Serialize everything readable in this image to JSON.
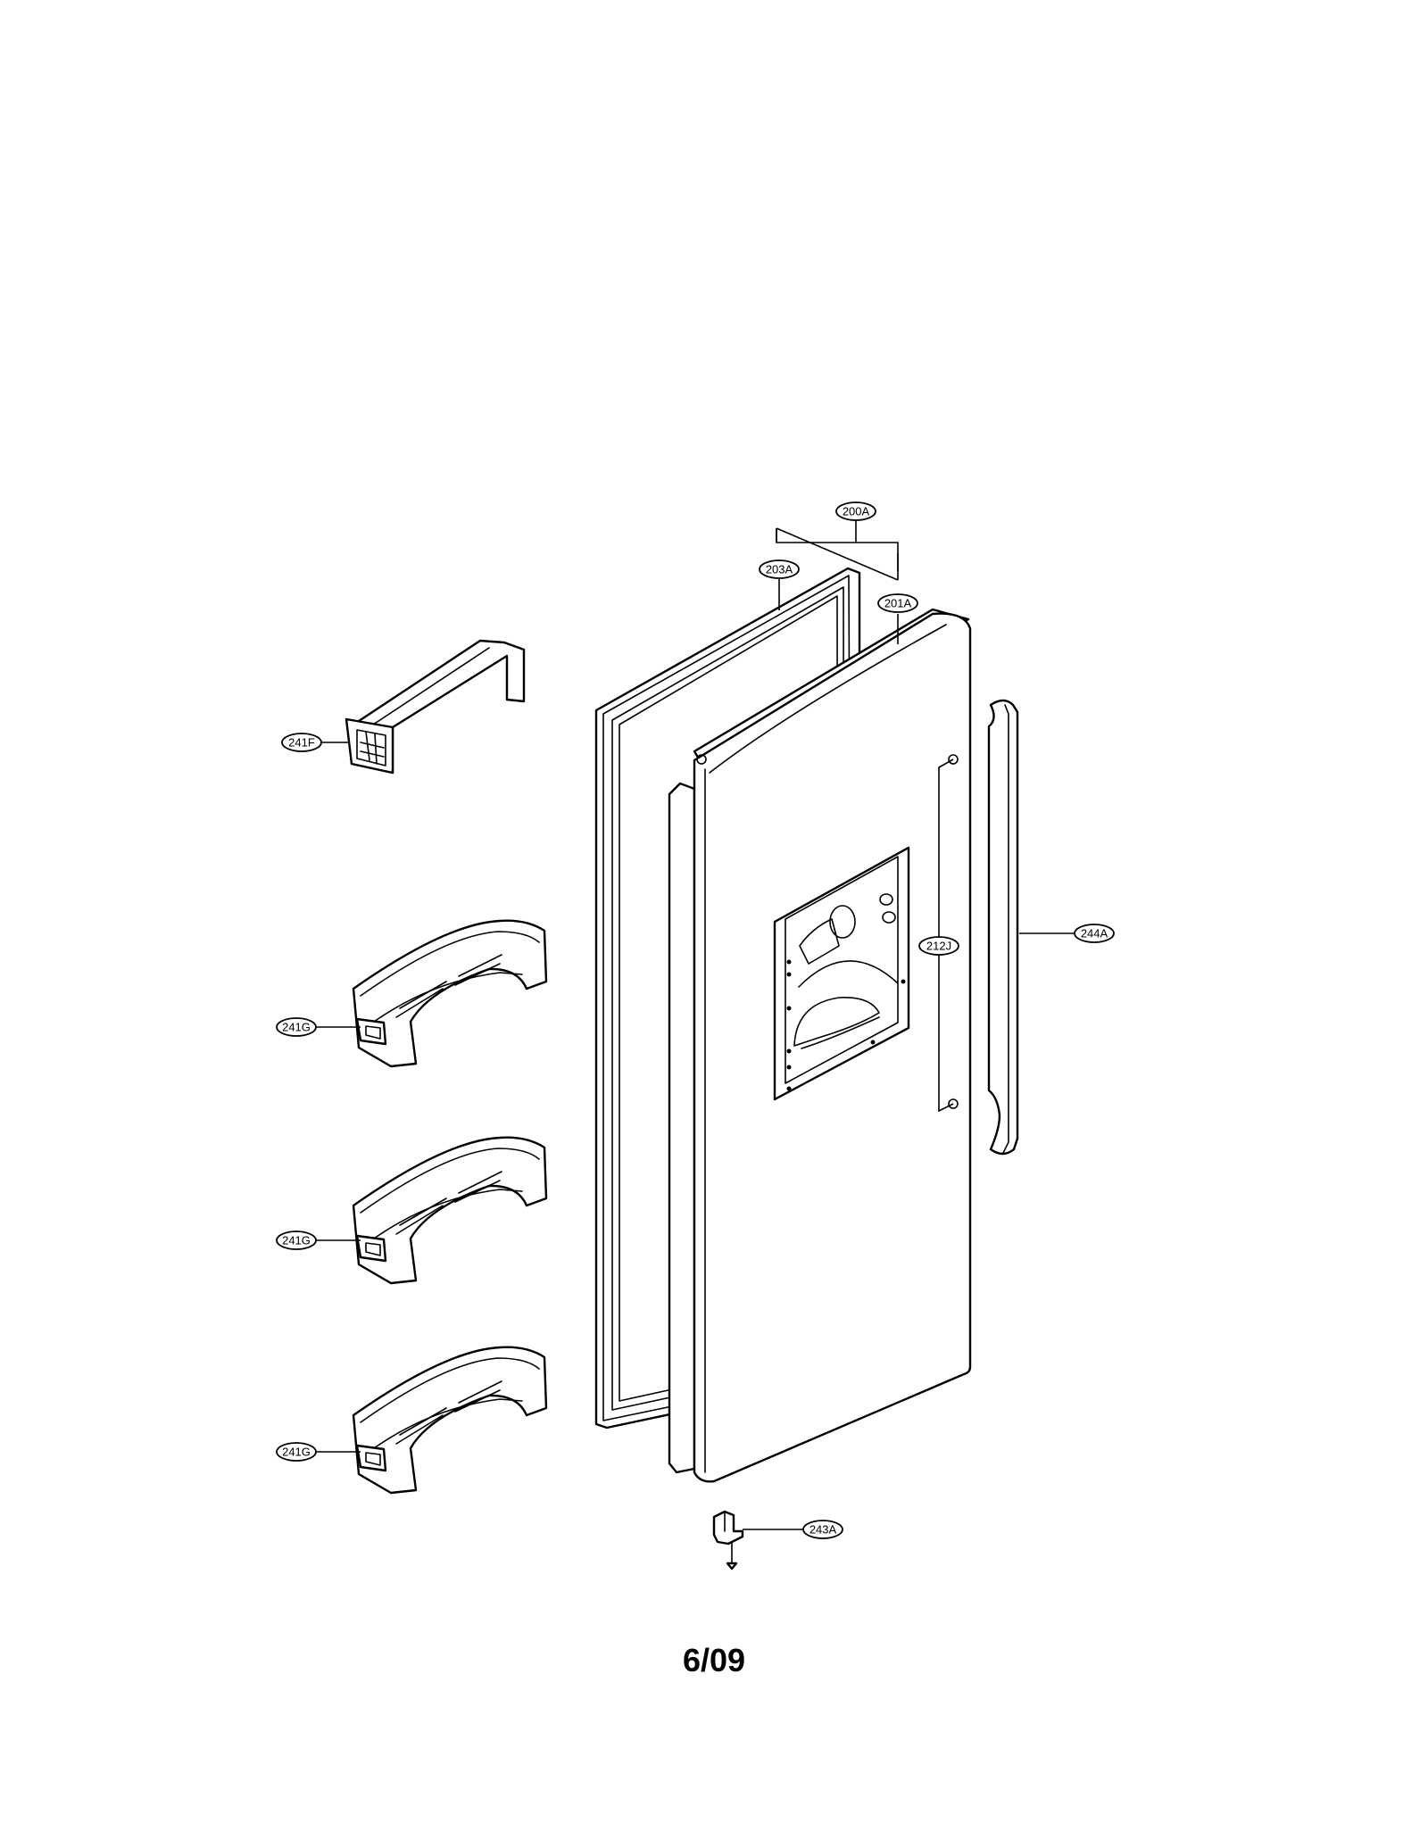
{
  "page_number": "6/09",
  "callouts": {
    "door_assembly": "200A",
    "gasket": "203A",
    "door_foam": "201A",
    "dairy_bin": "241F",
    "basket_1": "241G",
    "basket_2": "241G",
    "basket_3": "241G",
    "hinge_support": "212J",
    "handle": "244A",
    "lower_hinge": "243A"
  }
}
